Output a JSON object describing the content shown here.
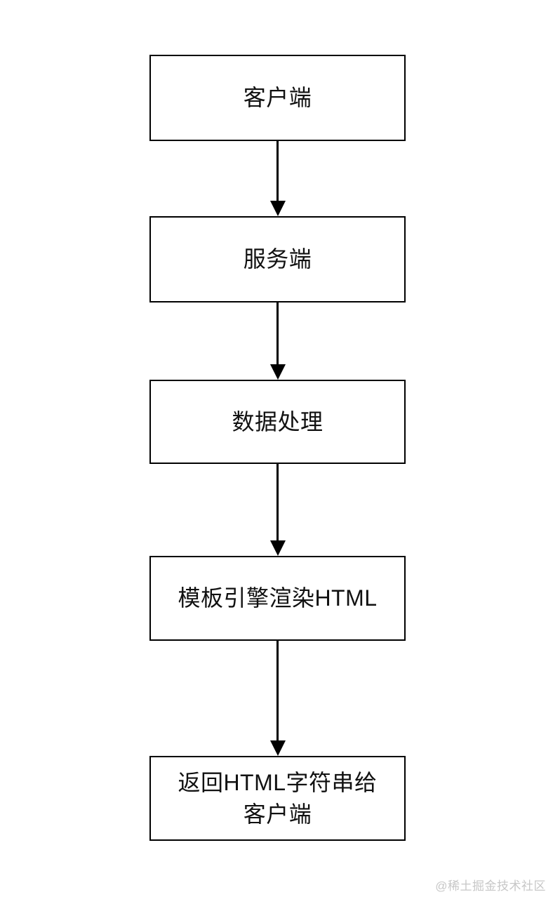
{
  "diagram": {
    "type": "flowchart",
    "direction": "top-down",
    "nodes": [
      {
        "id": "client",
        "label": "客户端"
      },
      {
        "id": "server",
        "label": "服务端"
      },
      {
        "id": "process",
        "label": "数据处理"
      },
      {
        "id": "render",
        "label": "模板引擎渲染HTML"
      },
      {
        "id": "response",
        "label": "返回HTML字符串给客户端"
      }
    ],
    "edges": [
      {
        "from": "client",
        "to": "server",
        "style": "arrow-down"
      },
      {
        "from": "server",
        "to": "process",
        "style": "arrow-down"
      },
      {
        "from": "process",
        "to": "render",
        "style": "arrow-down"
      },
      {
        "from": "render",
        "to": "response",
        "style": "arrow-down"
      }
    ]
  },
  "watermark": {
    "text": "@稀土掘金技术社区"
  },
  "colors": {
    "background": "#ffffff",
    "node_fill": "#ffffff",
    "node_border": "#000000",
    "node_text": "#111111",
    "arrow": "#000000",
    "watermark": "#c7c7c7"
  }
}
